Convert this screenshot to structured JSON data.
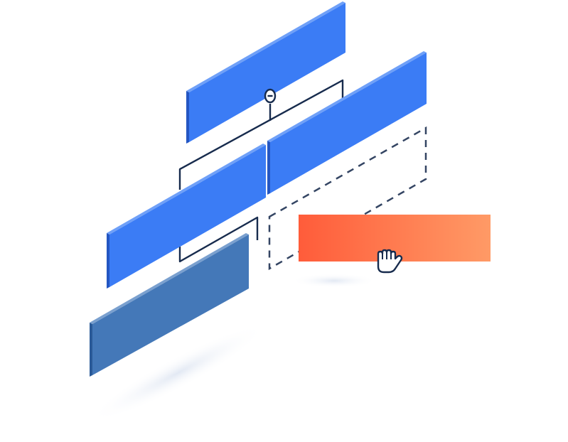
{
  "illustration": {
    "kind": "isometric hierarchy drag-and-drop",
    "blocks": [
      {
        "id": "root-block",
        "role": "parent",
        "color": "#3b7cf5",
        "side_color": "#2456c2",
        "top_color": "#6fa0f8"
      },
      {
        "id": "child-block-right",
        "role": "child",
        "color": "#3b7cf5",
        "side_color": "#2456c2",
        "top_color": "#6fa0f8"
      },
      {
        "id": "child-block-left",
        "role": "child",
        "color": "#3b7cf5",
        "side_color": "#2456c2",
        "top_color": "#6fa0f8"
      },
      {
        "id": "grandchild-block",
        "role": "child",
        "color": "#4478b8",
        "side_color": "#2a5a98",
        "top_color": "#7aa0cf"
      }
    ],
    "connector_color": "#172b4d",
    "drop_target": {
      "style": "dashed",
      "color": "#344563"
    },
    "dragged_card": {
      "gradient_start": "#ff5c3a",
      "gradient_end": "#ff9a66"
    },
    "cursor_icon": "grab-hand-icon",
    "collapse_icon": "collapse-minus-icon"
  }
}
